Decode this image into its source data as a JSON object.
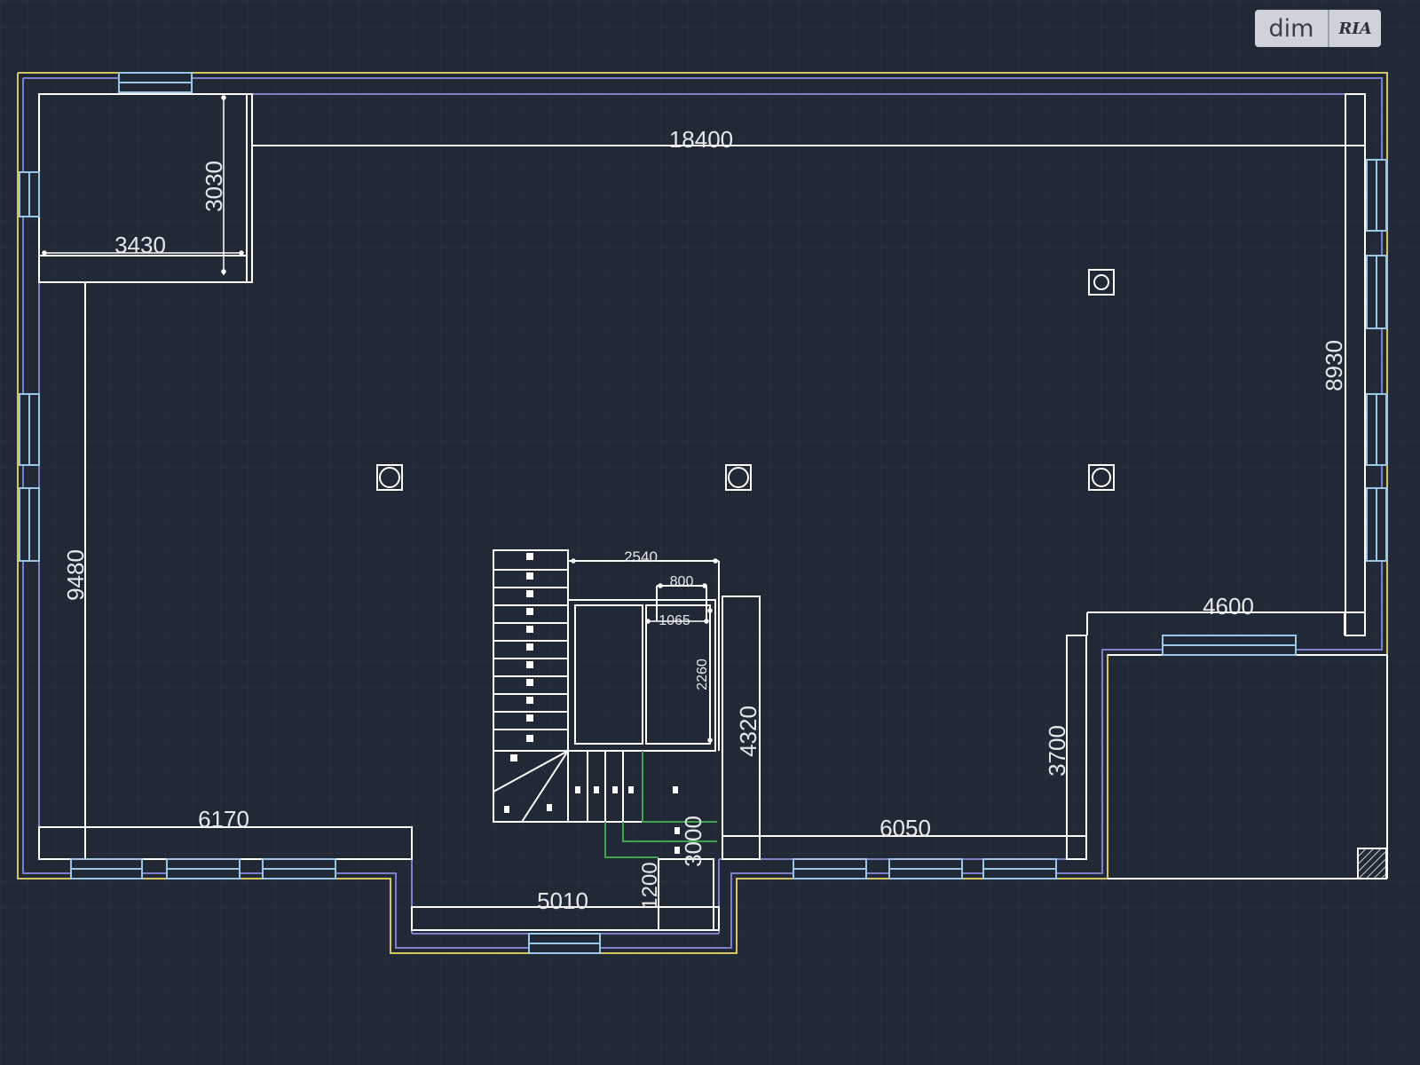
{
  "watermark": {
    "left": "dim",
    "right": "RIA"
  },
  "colors": {
    "background": "#212836",
    "grid": "#2b3342",
    "outer_wall": "#d6c45e",
    "inner_wall": "#7f7fc8",
    "line": "#ffffff",
    "window": "#9bc6e8",
    "stair_flight": "#3fa34d"
  },
  "dimensions": {
    "d18400": "18400",
    "d3430": "3430",
    "d3030": "3030",
    "d8930": "8930",
    "d9480": "9480",
    "d6170": "6170",
    "d5010": "5010",
    "d1200": "1200",
    "d3000": "3000",
    "d4320": "4320",
    "d6050": "6050",
    "d3700": "3700",
    "d4600": "4600",
    "d2540": "2540",
    "d800": "800",
    "d1065": "1065",
    "d2260": "2260"
  }
}
